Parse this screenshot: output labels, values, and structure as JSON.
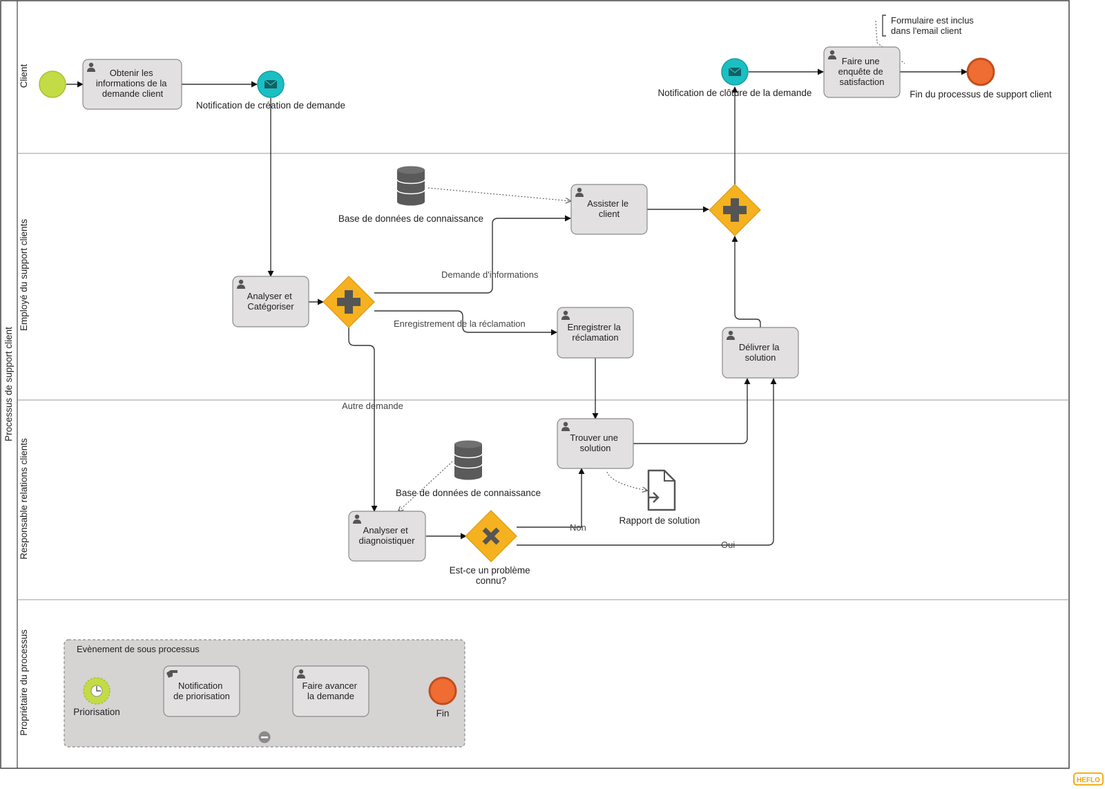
{
  "pool": {
    "label": "Processus de support client"
  },
  "lanes": [
    {
      "id": "client",
      "label": "Client"
    },
    {
      "id": "employe",
      "label": "Employé du support clients"
    },
    {
      "id": "responsable",
      "label": "Responsable relations clients"
    },
    {
      "id": "proprietaire",
      "label": "Propriétaire du processus"
    }
  ],
  "tasks": {
    "obtenir": [
      "Obtenir les",
      "informations de la",
      "demande client"
    ],
    "analyser_cat": [
      "Analyser et",
      "Catégoriser"
    ],
    "assister": [
      "Assister le",
      "client"
    ],
    "enregistrer": [
      "Enregistrer la",
      "réclamation"
    ],
    "delivrer": [
      "Délivrer la",
      "solution"
    ],
    "enquete": [
      "Faire une",
      "enquête de",
      "satisfaction"
    ],
    "trouver": [
      "Trouver une",
      "solution"
    ],
    "diagnostiquer": [
      "Analyser et",
      "diagnoistiquer"
    ],
    "notif_prio": [
      "Notification",
      "de priorisation"
    ],
    "faire_avancer": [
      "Faire avancer",
      "la demande"
    ]
  },
  "events": {
    "notif_creation": "Notification de création de demande",
    "notif_cloture": "Notification de clôture de la demande",
    "fin_processus": "Fin du processus de support client",
    "priorisation": "Priorisation",
    "fin": "Fin"
  },
  "gateway_labels": {
    "probleme_connu": [
      "Est-ce un problème",
      "connu?"
    ]
  },
  "flow_labels": {
    "demande_info": "Demande d'informations",
    "enregistrement": "Enregistrement de la réclamation",
    "autre": "Autre demande",
    "non": "Non",
    "oui": "Oui"
  },
  "data_objects": {
    "kb_top": "Base de données de connaissance",
    "kb_bottom": "Base de données de connaissance",
    "rapport": "Rapport de solution"
  },
  "annotation": [
    "Formulaire est inclus",
    "dans l'email client"
  ],
  "subprocess": {
    "label": "Evènement de sous processus"
  },
  "brand": "HEFLO",
  "colors": {
    "start_event": "#c3dc45",
    "message_event": "#1bbfc3",
    "end_event": "#ef6c33",
    "gateway": "#f5b11f",
    "task_fill": "#e2e0e0",
    "subprocess_fill": "#d6d3d3",
    "icon_dark": "#555555"
  }
}
